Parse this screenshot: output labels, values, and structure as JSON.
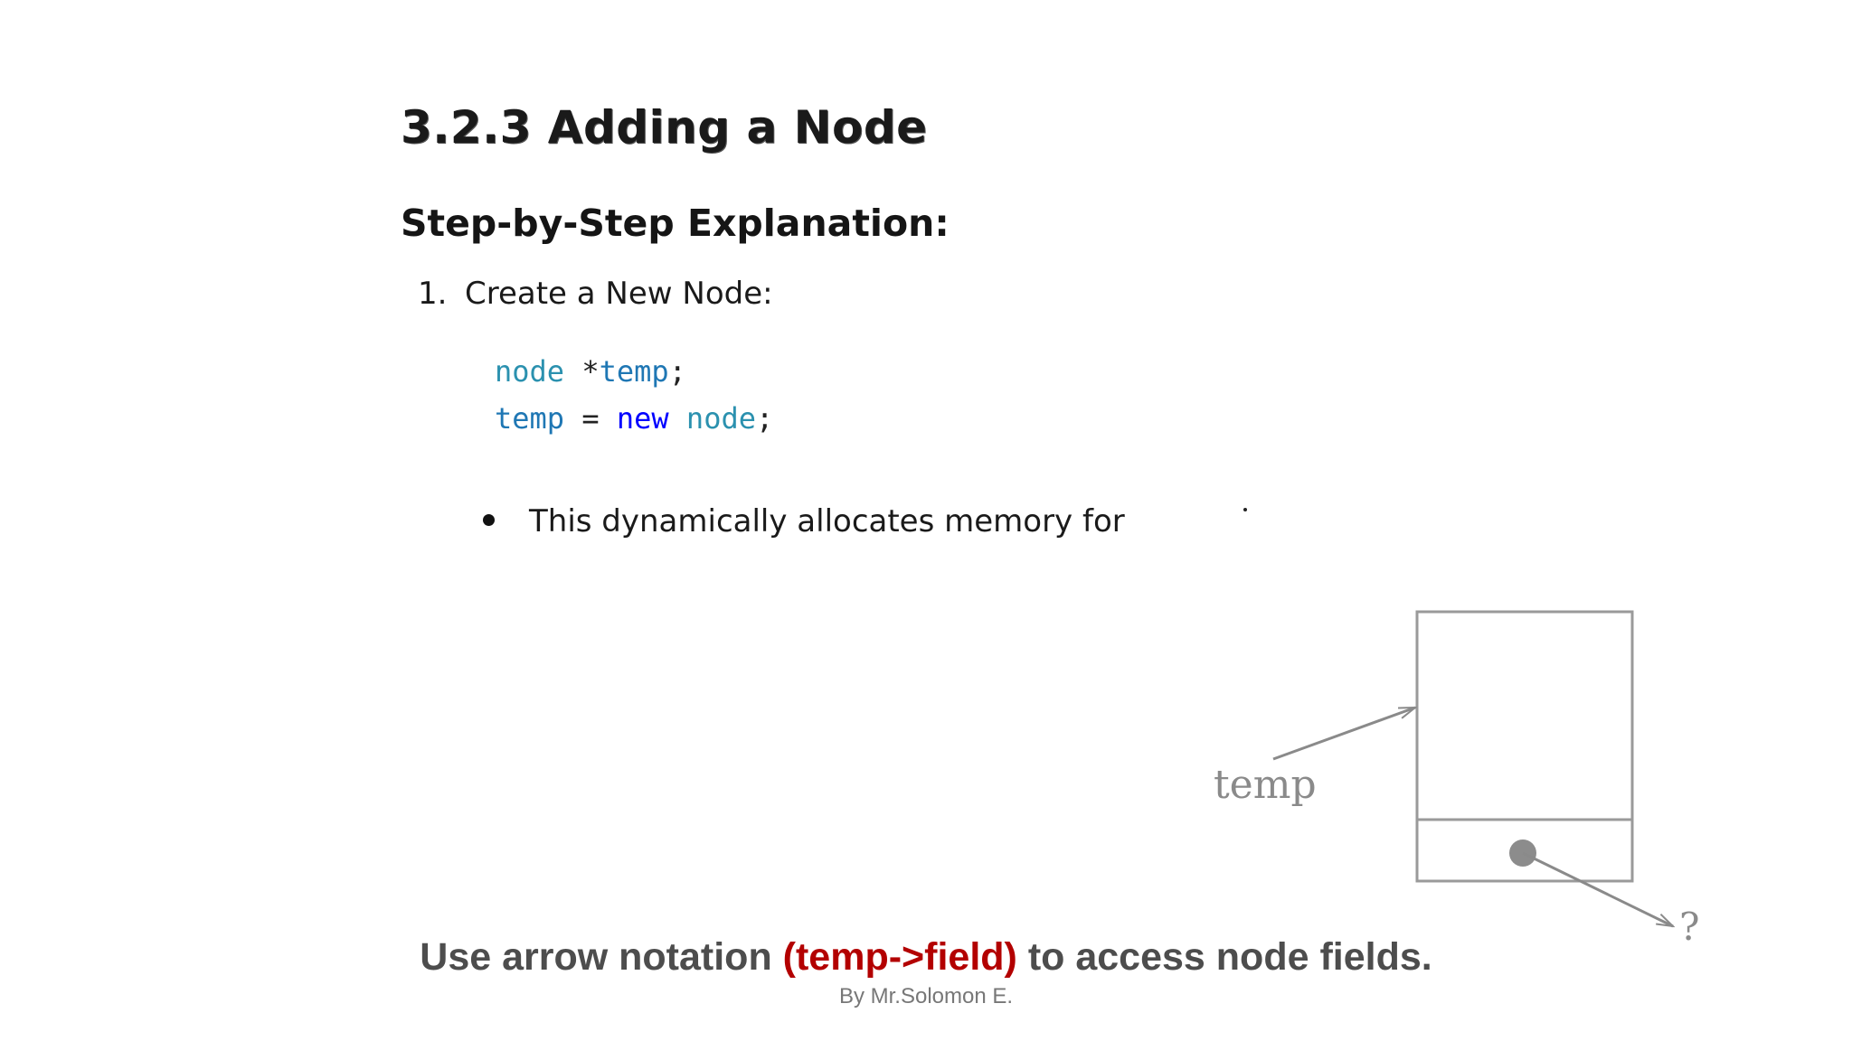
{
  "slide": {
    "section_title": "3.2.3 Adding a Node",
    "subsection_title": "Step-by-Step Explanation:",
    "step": {
      "number": "1.",
      "label": "Create a New Node:"
    },
    "code": {
      "line1": {
        "type": "node",
        "decl": "*",
        "var": "temp",
        "end": ";"
      },
      "line2": {
        "var": "temp",
        "op": " = ",
        "kw": "new",
        "type": "node",
        "end": ";"
      }
    },
    "bullet_text": "This dynamically allocates memory for",
    "diagram": {
      "pointer_label": "temp",
      "unknown_label": "?"
    },
    "summary": {
      "prefix": "Use arrow notation ",
      "accent": "(temp->field)",
      "suffix": " to access node fields."
    },
    "footer_credit": "By Mr.Solomon E."
  },
  "colors": {
    "code_type": "#2b91af",
    "code_keyword": "#0000ff",
    "accent_red": "#b30000",
    "summary_gray": "#4d4d4d"
  }
}
